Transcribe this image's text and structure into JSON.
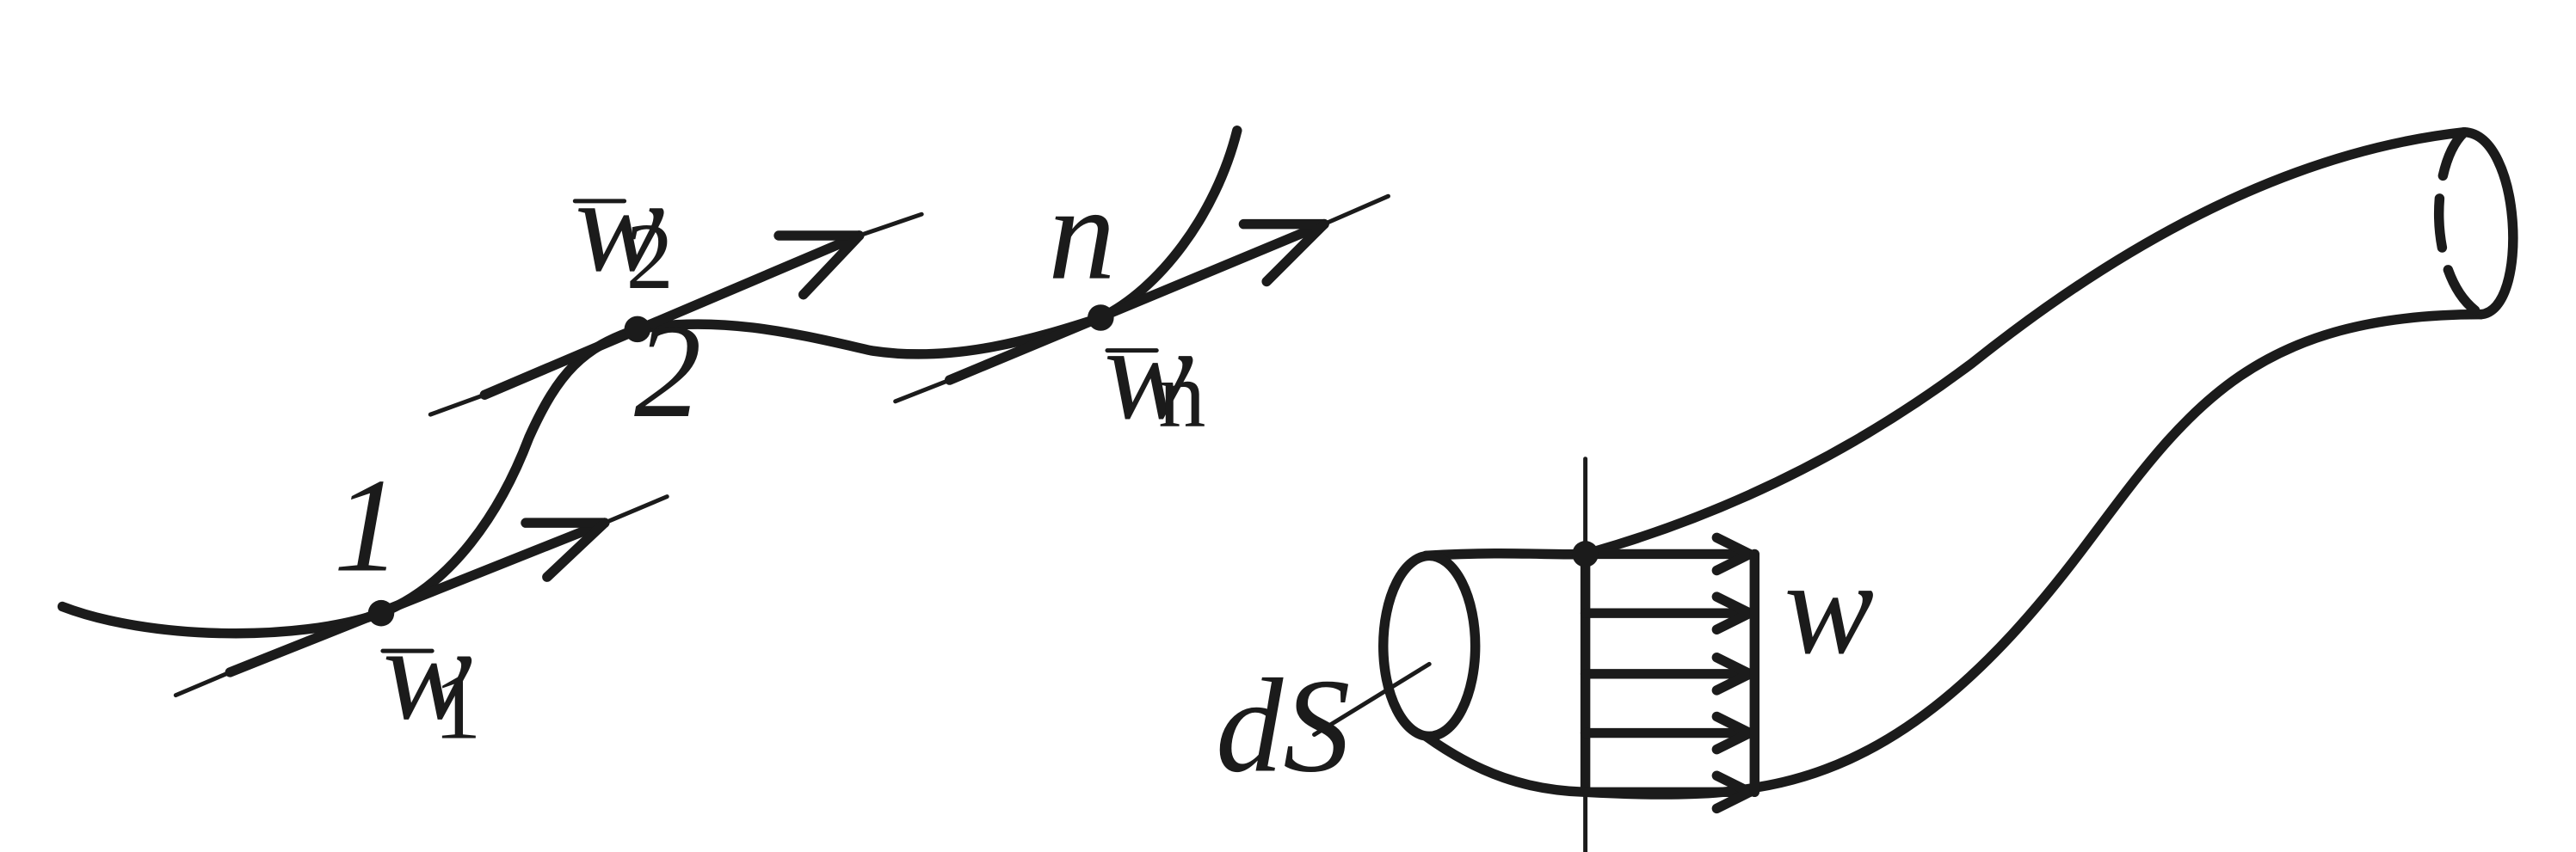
{
  "labels": {
    "point_1": "1",
    "point_2": "2",
    "point_n": "n",
    "w_symbol": "w",
    "sub_1": "1",
    "sub_2": "2",
    "sub_n": "n",
    "velocity": "w",
    "area": "dS"
  }
}
